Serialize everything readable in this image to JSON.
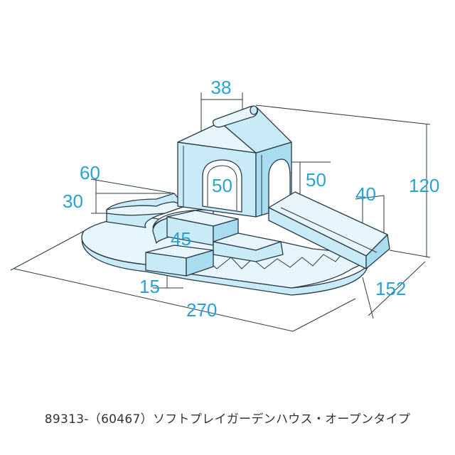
{
  "dimensions": {
    "tower_width": "38",
    "mat_height": "60",
    "step_height": "30",
    "arch_height": "50",
    "side_height": "50",
    "slide_width": "40",
    "total_height": "120",
    "block_width": "45",
    "block_height": "15",
    "total_width": "270",
    "total_depth": "152"
  },
  "caption": "89313-（60467）ソフトプレイガーデンハウス・オープンタイプ",
  "colors": {
    "dimension_text": "#29a3d4",
    "fill_light": "#e6f6fc",
    "fill_mid": "#c9ebf7",
    "fill_dark": "#a9dcef",
    "outline": "#2a3a44"
  }
}
